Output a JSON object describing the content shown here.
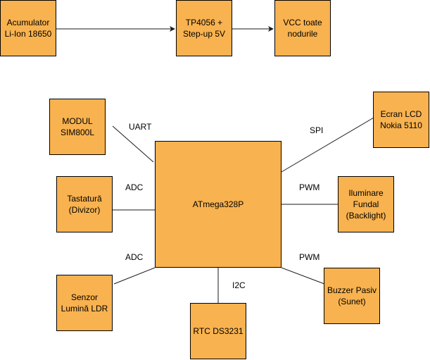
{
  "colors": {
    "node_fill": "#F8B24F",
    "stroke": "#000000",
    "edge": "#1A1A1A"
  },
  "nodes": {
    "battery": "Acumulator\nLi-Ion 18650",
    "charger": "TP4056 +\nStep-up 5V",
    "vcc": "VCC toate\nnodurile",
    "sim800l": "MODUL\nSIM800L",
    "keypad": "Tastatură\n(Divizor)",
    "ldr": "Senzor\nLumină LDR",
    "mcu": "ATmega328P",
    "rtc": "RTC DS3231",
    "lcd": "Ecran LCD\nNokia 5110",
    "backlight": "Iluminare\nFundal\n(Backlight)",
    "buzzer": "Buzzer Pasiv\n(Sunet)"
  },
  "edge_labels": {
    "uart": "UART",
    "spi": "SPI",
    "adc_keypad": "ADC",
    "pwm_backlight": "PWM",
    "adc_ldr": "ADC",
    "pwm_buzzer": "PWM",
    "i2c": "I2C"
  }
}
